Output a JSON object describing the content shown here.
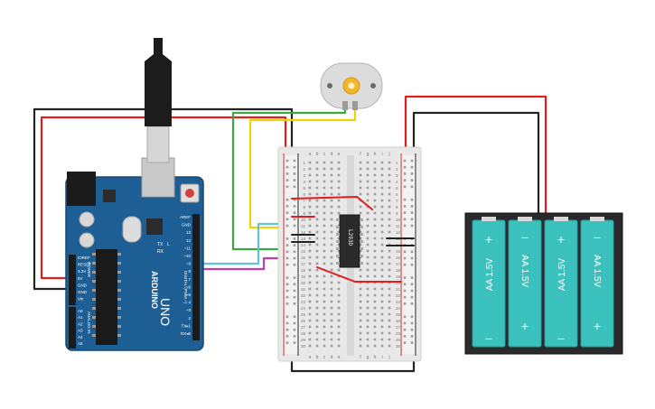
{
  "arduino": {
    "logo": "ARDUINO",
    "model": "UNO",
    "tx_label": "TX",
    "rx_label": "RX",
    "l_label": "L",
    "power_header": "POWER",
    "analog_header": "ANALOG IN",
    "digital_header": "DIGITAL (PWM ~)",
    "power_pins": [
      "IOREF",
      "RESET",
      "3.3V",
      "5V",
      "GND",
      "GND",
      "Vin"
    ],
    "analog_pins": [
      "A0",
      "A1",
      "A2",
      "A3",
      "A4",
      "A5"
    ],
    "digital_pins": [
      "AREF",
      "GND",
      "13",
      "12",
      "~11",
      "~10",
      "~9",
      "8",
      "7",
      "~6",
      "~5",
      "4",
      "~3",
      "2",
      "TX▸1",
      "RX◂0"
    ]
  },
  "chip": {
    "label": "L293D"
  },
  "battery": {
    "cells": [
      "AA 1.5V",
      "AA 1.5V",
      "AA 1.5V",
      "AA 1.5V"
    ],
    "plus": "+",
    "minus": "−"
  },
  "breadboard": {
    "left_cols": [
      "a",
      "b",
      "c",
      "d",
      "e"
    ],
    "right_cols": [
      "f",
      "g",
      "h",
      "i",
      "j"
    ],
    "rows": [
      "1",
      "2",
      "3",
      "4",
      "5",
      "6",
      "7",
      "8",
      "9",
      "10",
      "11",
      "12",
      "13",
      "14",
      "15",
      "16",
      "17",
      "18",
      "19",
      "20",
      "21",
      "22",
      "23",
      "24",
      "25",
      "26",
      "27",
      "28",
      "29",
      "30"
    ]
  },
  "colors": {
    "arduino_board": "#1d5f94",
    "breadboard": "#e8e8e8",
    "battery_body": "#2a2a2a",
    "battery_cell": "#3bc2bf",
    "wire_red": "#e01e1e",
    "wire_black": "#222222",
    "wire_green": "#3aa845",
    "wire_yellow": "#f0d20c",
    "wire_cyan": "#5ac6d6",
    "wire_magenta": "#c83aa8"
  }
}
